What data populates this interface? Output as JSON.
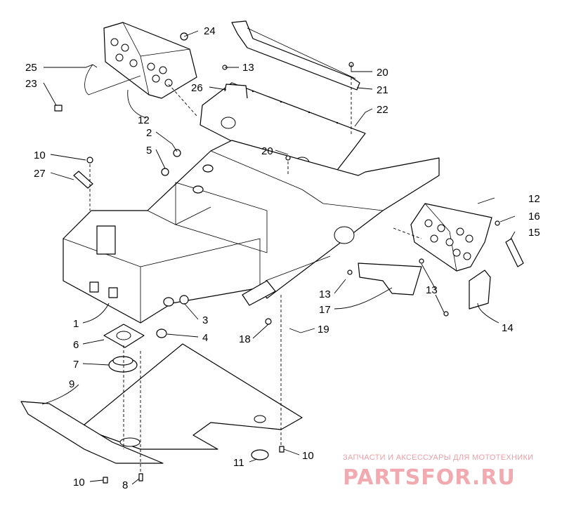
{
  "callouts": [
    {
      "id": "24",
      "label": "24"
    },
    {
      "id": "25",
      "label": "25"
    },
    {
      "id": "23",
      "label": "23"
    },
    {
      "id": "13a",
      "label": "13"
    },
    {
      "id": "20a",
      "label": "20"
    },
    {
      "id": "26",
      "label": "26"
    },
    {
      "id": "21",
      "label": "21"
    },
    {
      "id": "22",
      "label": "22"
    },
    {
      "id": "12a",
      "label": "12"
    },
    {
      "id": "2",
      "label": "2"
    },
    {
      "id": "5",
      "label": "5"
    },
    {
      "id": "20b",
      "label": "20"
    },
    {
      "id": "10a",
      "label": "10"
    },
    {
      "id": "27",
      "label": "27"
    },
    {
      "id": "12b",
      "label": "12"
    },
    {
      "id": "16",
      "label": "16"
    },
    {
      "id": "15",
      "label": "15"
    },
    {
      "id": "13b",
      "label": "13"
    },
    {
      "id": "13c",
      "label": "13"
    },
    {
      "id": "17",
      "label": "17"
    },
    {
      "id": "1",
      "label": "1"
    },
    {
      "id": "3",
      "label": "3"
    },
    {
      "id": "4",
      "label": "4"
    },
    {
      "id": "14",
      "label": "14"
    },
    {
      "id": "6",
      "label": "6"
    },
    {
      "id": "18",
      "label": "18"
    },
    {
      "id": "19",
      "label": "19"
    },
    {
      "id": "7",
      "label": "7"
    },
    {
      "id": "9",
      "label": "9"
    },
    {
      "id": "11",
      "label": "11"
    },
    {
      "id": "10b",
      "label": "10"
    },
    {
      "id": "10c",
      "label": "10"
    },
    {
      "id": "8",
      "label": "8"
    }
  ],
  "watermark": {
    "tagline": "ЗАПЧАСТИ И АКСЕССУАРЫ ДЛЯ МОТОТЕХНИКИ",
    "logo": "PARTSFOR.RU",
    "color": "#f2aab1"
  }
}
